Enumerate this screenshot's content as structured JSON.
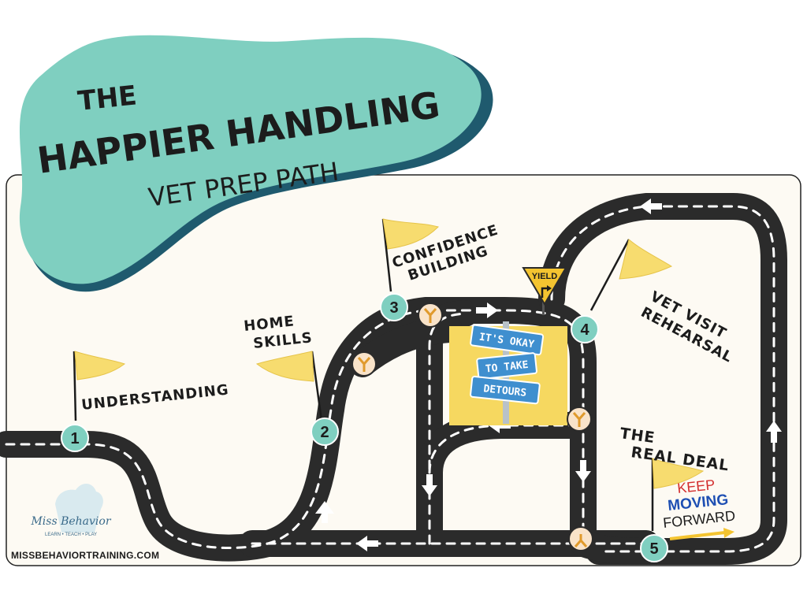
{
  "title": {
    "line1": "THE",
    "line2": "HAPPIER HANDLING",
    "line3": "VET PREP PATH"
  },
  "milestones": [
    {
      "number": "1",
      "label_lines": [
        "UNDERSTANDING"
      ]
    },
    {
      "number": "2",
      "label_lines": [
        "HOME",
        "SKILLS"
      ]
    },
    {
      "number": "3",
      "label_lines": [
        "CONFIDENCE",
        "BUILDING"
      ]
    },
    {
      "number": "4",
      "label_lines": [
        "VET VISIT",
        "REHEARSAL"
      ]
    },
    {
      "number": "5",
      "label_lines": [
        "THE",
        "REAL DEAL"
      ]
    }
  ],
  "signpost": [
    "IT'S OKAY",
    "TO TAKE",
    "DETOURS"
  ],
  "yield_sign": "YIELD",
  "keep_moving": {
    "keep": "KEEP",
    "moving": "MOVING",
    "forward": "FORWARD"
  },
  "logo": {
    "name": "Miss Behavior",
    "tagline": "LEARN • TEACH • PLAY"
  },
  "website": "MISSBEHAVIORTRAINING.COM",
  "colors": {
    "blob": "#7fcfc0",
    "blob_shadow": "#1f5a6e",
    "road": "#2b2b2b",
    "road_dash": "#ffffff",
    "flag": "#f7dc6f",
    "milestone": "#7fcfc0",
    "junction": "#f9e3c9",
    "junction_arrow": "#e09a2c",
    "detour_block": "#f6d860",
    "signpost_blue": "#3f8fcf",
    "yield": "#f4c430",
    "keep_red": "#d32f2f",
    "moving_blue": "#1e4fb3",
    "panel": "#fdfaf3"
  }
}
